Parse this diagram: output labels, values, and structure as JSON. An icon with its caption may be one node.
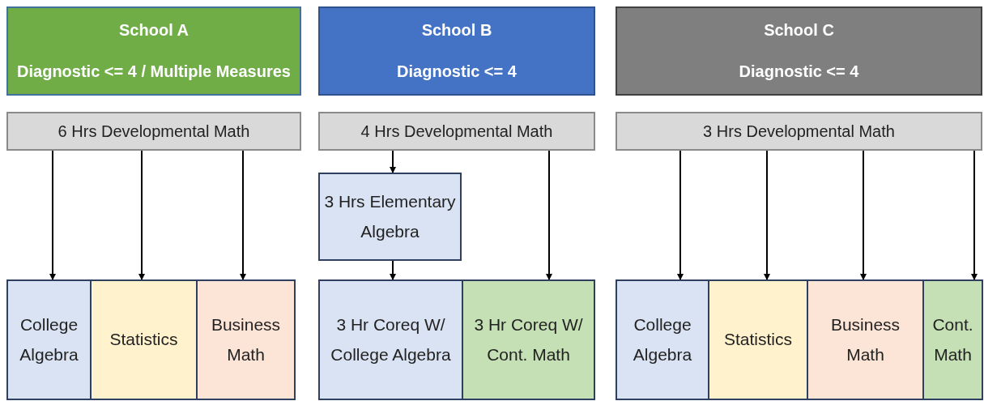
{
  "diagram": {
    "nodes": [
      {
        "text": [
          "School A",
          "Diagnostic <= 4 / Multiple Measures"
        ]
      },
      {
        "text": [
          "School B",
          "Diagnostic <= 4"
        ]
      },
      {
        "text": [
          "School C",
          "Diagnostic <= 4"
        ]
      },
      {
        "text": [
          "6 Hrs Developmental Math"
        ]
      },
      {
        "text": [
          "4 Hrs Developmental Math"
        ]
      },
      {
        "text": [
          "3 Hrs Developmental Math"
        ]
      },
      {
        "text": [
          "3 Hrs Elementary Algebra"
        ]
      },
      {
        "text": [
          "College Algebra"
        ]
      },
      {
        "text": [
          "Statistics"
        ]
      },
      {
        "text": [
          "Business Math"
        ]
      },
      {
        "text": [
          "3 Hr Coreq W/ College Algebra"
        ]
      },
      {
        "text": [
          "3 Hr Coreq W/ Cont. Math"
        ]
      },
      {
        "text": [
          "College Algebra"
        ]
      },
      {
        "text": [
          "Statistics"
        ]
      },
      {
        "text": [
          "Business Math"
        ]
      },
      {
        "text": [
          "Cont. Math"
        ]
      }
    ],
    "edges": [
      {
        "from": 3,
        "to": 7,
        "arrow": "to"
      },
      {
        "from": 3,
        "to": 8,
        "arrow": "to"
      },
      {
        "from": 3,
        "to": 9,
        "arrow": "to"
      },
      {
        "from": 4,
        "to": 6,
        "arrow": "to"
      },
      {
        "from": 6,
        "to": 10,
        "arrow": "to"
      },
      {
        "from": 4,
        "to": 11,
        "arrow": "to"
      },
      {
        "from": 5,
        "to": 12,
        "arrow": "to"
      },
      {
        "from": 5,
        "to": 13,
        "arrow": "to"
      },
      {
        "from": 5,
        "to": 14,
        "arrow": "to"
      },
      {
        "from": 5,
        "to": 15,
        "arrow": "to"
      }
    ]
  }
}
